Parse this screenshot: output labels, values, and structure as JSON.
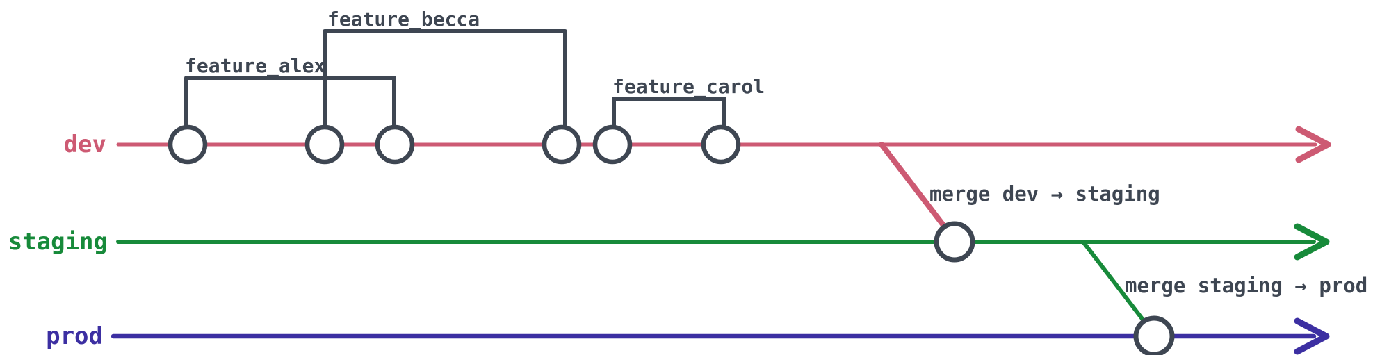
{
  "diagram": {
    "type": "git-branch-flow-diagram",
    "background": "#ffffff",
    "ink": "#3e4652",
    "branches": {
      "dev": {
        "label": "dev",
        "color": "#cd5a73",
        "commit_count": 6
      },
      "staging": {
        "label": "staging",
        "color": "#178a3a",
        "commit_count": 1
      },
      "prod": {
        "label": "prod",
        "color": "#3c2fa2",
        "commit_count": 1
      }
    },
    "features": {
      "alex": {
        "label": "feature_alex"
      },
      "becca": {
        "label": "feature_becca"
      },
      "carol": {
        "label": "feature_carol"
      }
    },
    "merges": {
      "dev_to_staging": {
        "label": "merge dev → staging"
      },
      "staging_to_prod": {
        "label": "merge staging → prod"
      }
    }
  }
}
